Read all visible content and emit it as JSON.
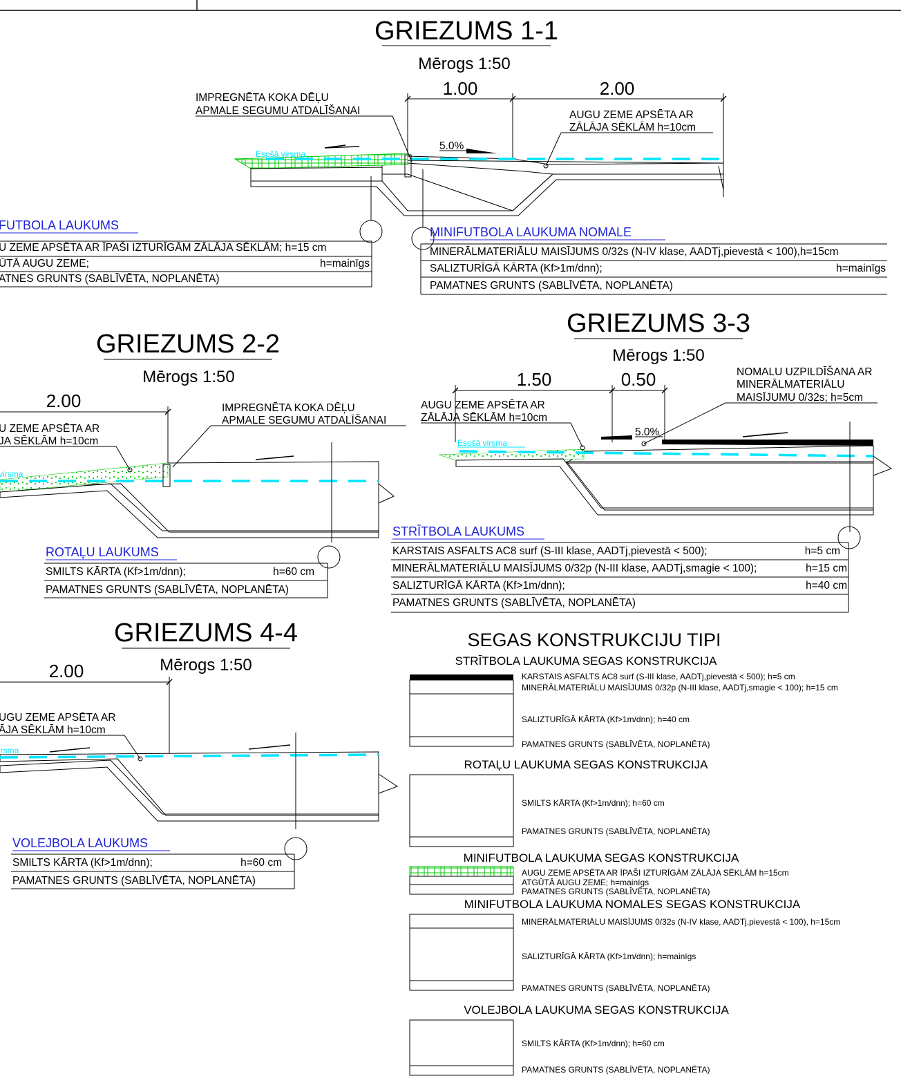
{
  "colors": {
    "line": "#000000",
    "blue_title": "#1e22d6",
    "cyan": "#00e5ff",
    "green": "#00c800",
    "asphalt": "#000000"
  },
  "s1": {
    "title": "GRIEZUMS 1-1",
    "scale": "Mērogs 1:50",
    "dim_a": "1.00",
    "dim_b": "2.00",
    "slope": "5.0%",
    "note_left": [
      "IMPREGNĒTA KOKA DĒĻU",
      "APMALE SEGUMU ATDALĪŠANAI"
    ],
    "note_right": [
      "AUGU ZEME APSĒTA AR",
      "ZĀLĀJA SĒKLĀM h=10cm"
    ],
    "esosa": "Esošā virsma",
    "tableA": {
      "title": "FUTBOLA LAUKUMS",
      "rows": [
        {
          "text": "U ZEME APSĒTA AR ĪPAŠI IZTURĪGĀM ZĀLĀJA SĒKLĀM; h=15 cm",
          "h": ""
        },
        {
          "text": "ŪTĀ AUGU ZEME;",
          "h": "h=mainīgs"
        },
        {
          "text": "ATNES GRUNTS (SABLĪVĒTA, NOPLANĒTA)",
          "h": ""
        }
      ]
    },
    "tableB": {
      "title": "MINIFUTBOLA LAUKUMA NOMALE",
      "rows": [
        {
          "text": "MINERĀLMATERIĀLU MAISĪJUMS 0/32s (N-IV klase, AADTj,pievestā < 100),h=15cm",
          "h": ""
        },
        {
          "text": "SALIZTURĪGĀ KĀRTA (Kf>1m/dnn);",
          "h": "h=mainīgs"
        },
        {
          "text": "PAMATNES GRUNTS (SABLĪVĒTA, NOPLANĒTA)",
          "h": ""
        }
      ]
    }
  },
  "s2": {
    "title": "GRIEZUMS 2-2",
    "scale": "Mērogs 1:50",
    "dim": "2.00",
    "note_left": [
      "U ZEME APSĒTA AR",
      "JA SĒKLĀM h=10cm"
    ],
    "note_right": [
      "IMPREGNĒTA KOKA DĒĻU",
      "APMALE SEGUMU ATDALĪŠANAI"
    ],
    "esosa": "virsma",
    "table": {
      "title": "ROTAĻU LAUKUMS",
      "rows": [
        {
          "text": "SMILTS KĀRTA (Kf>1m/dnn);",
          "h": "h=60 cm"
        },
        {
          "text": "PAMATNES GRUNTS (SABLĪVĒTA, NOPLANĒTA)",
          "h": ""
        }
      ]
    }
  },
  "s3": {
    "title": "GRIEZUMS 3-3",
    "scale": "Mērogs 1:50",
    "dim_a": "1.50",
    "dim_b": "0.50",
    "slope": "5.0%",
    "note_left": [
      "AUGU ZEME APSĒTA AR",
      "ZĀLĀJA SĒKLĀM h=10cm"
    ],
    "note_right": [
      "NOMALU UZPILDĪŠANA AR",
      "MINERĀLMATERIĀLU",
      "MAISĪJUMU 0/32s; h=5cm"
    ],
    "esosa": "Esošā virsma",
    "table": {
      "title": "STRĪTBOLA LAUKUMS",
      "rows": [
        {
          "text": "KARSTAIS ASFALTS AC8 surf (S-III klase, AADTj,pievestā < 500);",
          "h": "h=5 cm"
        },
        {
          "text": "MINERĀLMATERIĀLU MAISĪJUMS 0/32p (N-III klase, AADTj,smagie < 100);",
          "h": "h=15 cm"
        },
        {
          "text": "SALIZTURĪGĀ KĀRTA (Kf>1m/dnn);",
          "h": "h=40 cm"
        },
        {
          "text": "PAMATNES GRUNTS (SABLĪVĒTA, NOPLANĒTA)",
          "h": ""
        }
      ]
    }
  },
  "s4": {
    "title": "GRIEZUMS 4-4",
    "scale": "Mērogs 1:50",
    "dim": "2.00",
    "note_left": [
      "UGU ZEME APSĒTA AR",
      "ĀJA SĒKLĀM h=10cm"
    ],
    "esosa": "irsma",
    "table": {
      "title": "VOLEJBOLA LAUKUMS",
      "rows": [
        {
          "text": "SMILTS KĀRTA (Kf>1m/dnn);",
          "h": "h=60 cm"
        },
        {
          "text": "PAMATNES GRUNTS (SABLĪVĒTA, NOPLANĒTA)",
          "h": ""
        }
      ]
    }
  },
  "legend": {
    "title": "SEGAS KONSTRUKCIJU TIPI",
    "groups": [
      {
        "title": "STRĪTBOLA LAUKUMA SEGAS KONSTRUKCIJA",
        "items": [
          "KARSTAIS ASFALTS AC8 surf (S-III klase, AADTj,pievestā < 500); h=5 cm",
          "MINERĀLMATERIĀLU MAISĪJUMS 0/32p (N-III klase, AADTj,smagie < 100); h=15 cm",
          "SALIZTURĪGĀ KĀRTA (Kf>1m/dnn); h=40 cm",
          "PAMATNES GRUNTS (SABLĪVĒTA, NOPLANĒTA)"
        ]
      },
      {
        "title": "ROTAĻU LAUKUMA SEGAS KONSTRUKCIJA",
        "items": [
          "SMILTS KĀRTA (Kf>1m/dnn); h=60 cm",
          "PAMATNES GRUNTS (SABLĪVĒTA, NOPLANĒTA)"
        ]
      },
      {
        "title": "MINIFUTBOLA LAUKUMA SEGAS KONSTRUKCIJA",
        "items": [
          "AUGU ZEME APSĒTA AR ĪPAŠI IZTURĪGĀM ZĀLĀJA SĒKLĀM h=15cm",
          "ATGŪTĀ AUGU ZEME; h=mainīgs",
          "PAMATNES GRUNTS (SABLĪVĒTA, NOPLANĒTA)"
        ]
      },
      {
        "title": "MINIFUTBOLA LAUKUMA NOMALES SEGAS KONSTRUKCIJA",
        "items": [
          "MINERĀLMATERIĀLU MAISĪJUMS 0/32s (N-IV klase, AADTj,pievestā < 100), h=15cm",
          "SALIZTURĪGĀ KĀRTA (Kf>1m/dnn); h=mainīgs",
          "PAMATNES GRUNTS (SABLĪVĒTA, NOPLANĒTA)"
        ]
      },
      {
        "title": "VOLEJBOLA LAUKUMA SEGAS KONSTRUKCIJA",
        "items": [
          "SMILTS KĀRTA (Kf>1m/dnn); h=60 cm",
          "PAMATNES GRUNTS (SABLĪVĒTA, NOPLANĒTA)"
        ]
      }
    ]
  }
}
